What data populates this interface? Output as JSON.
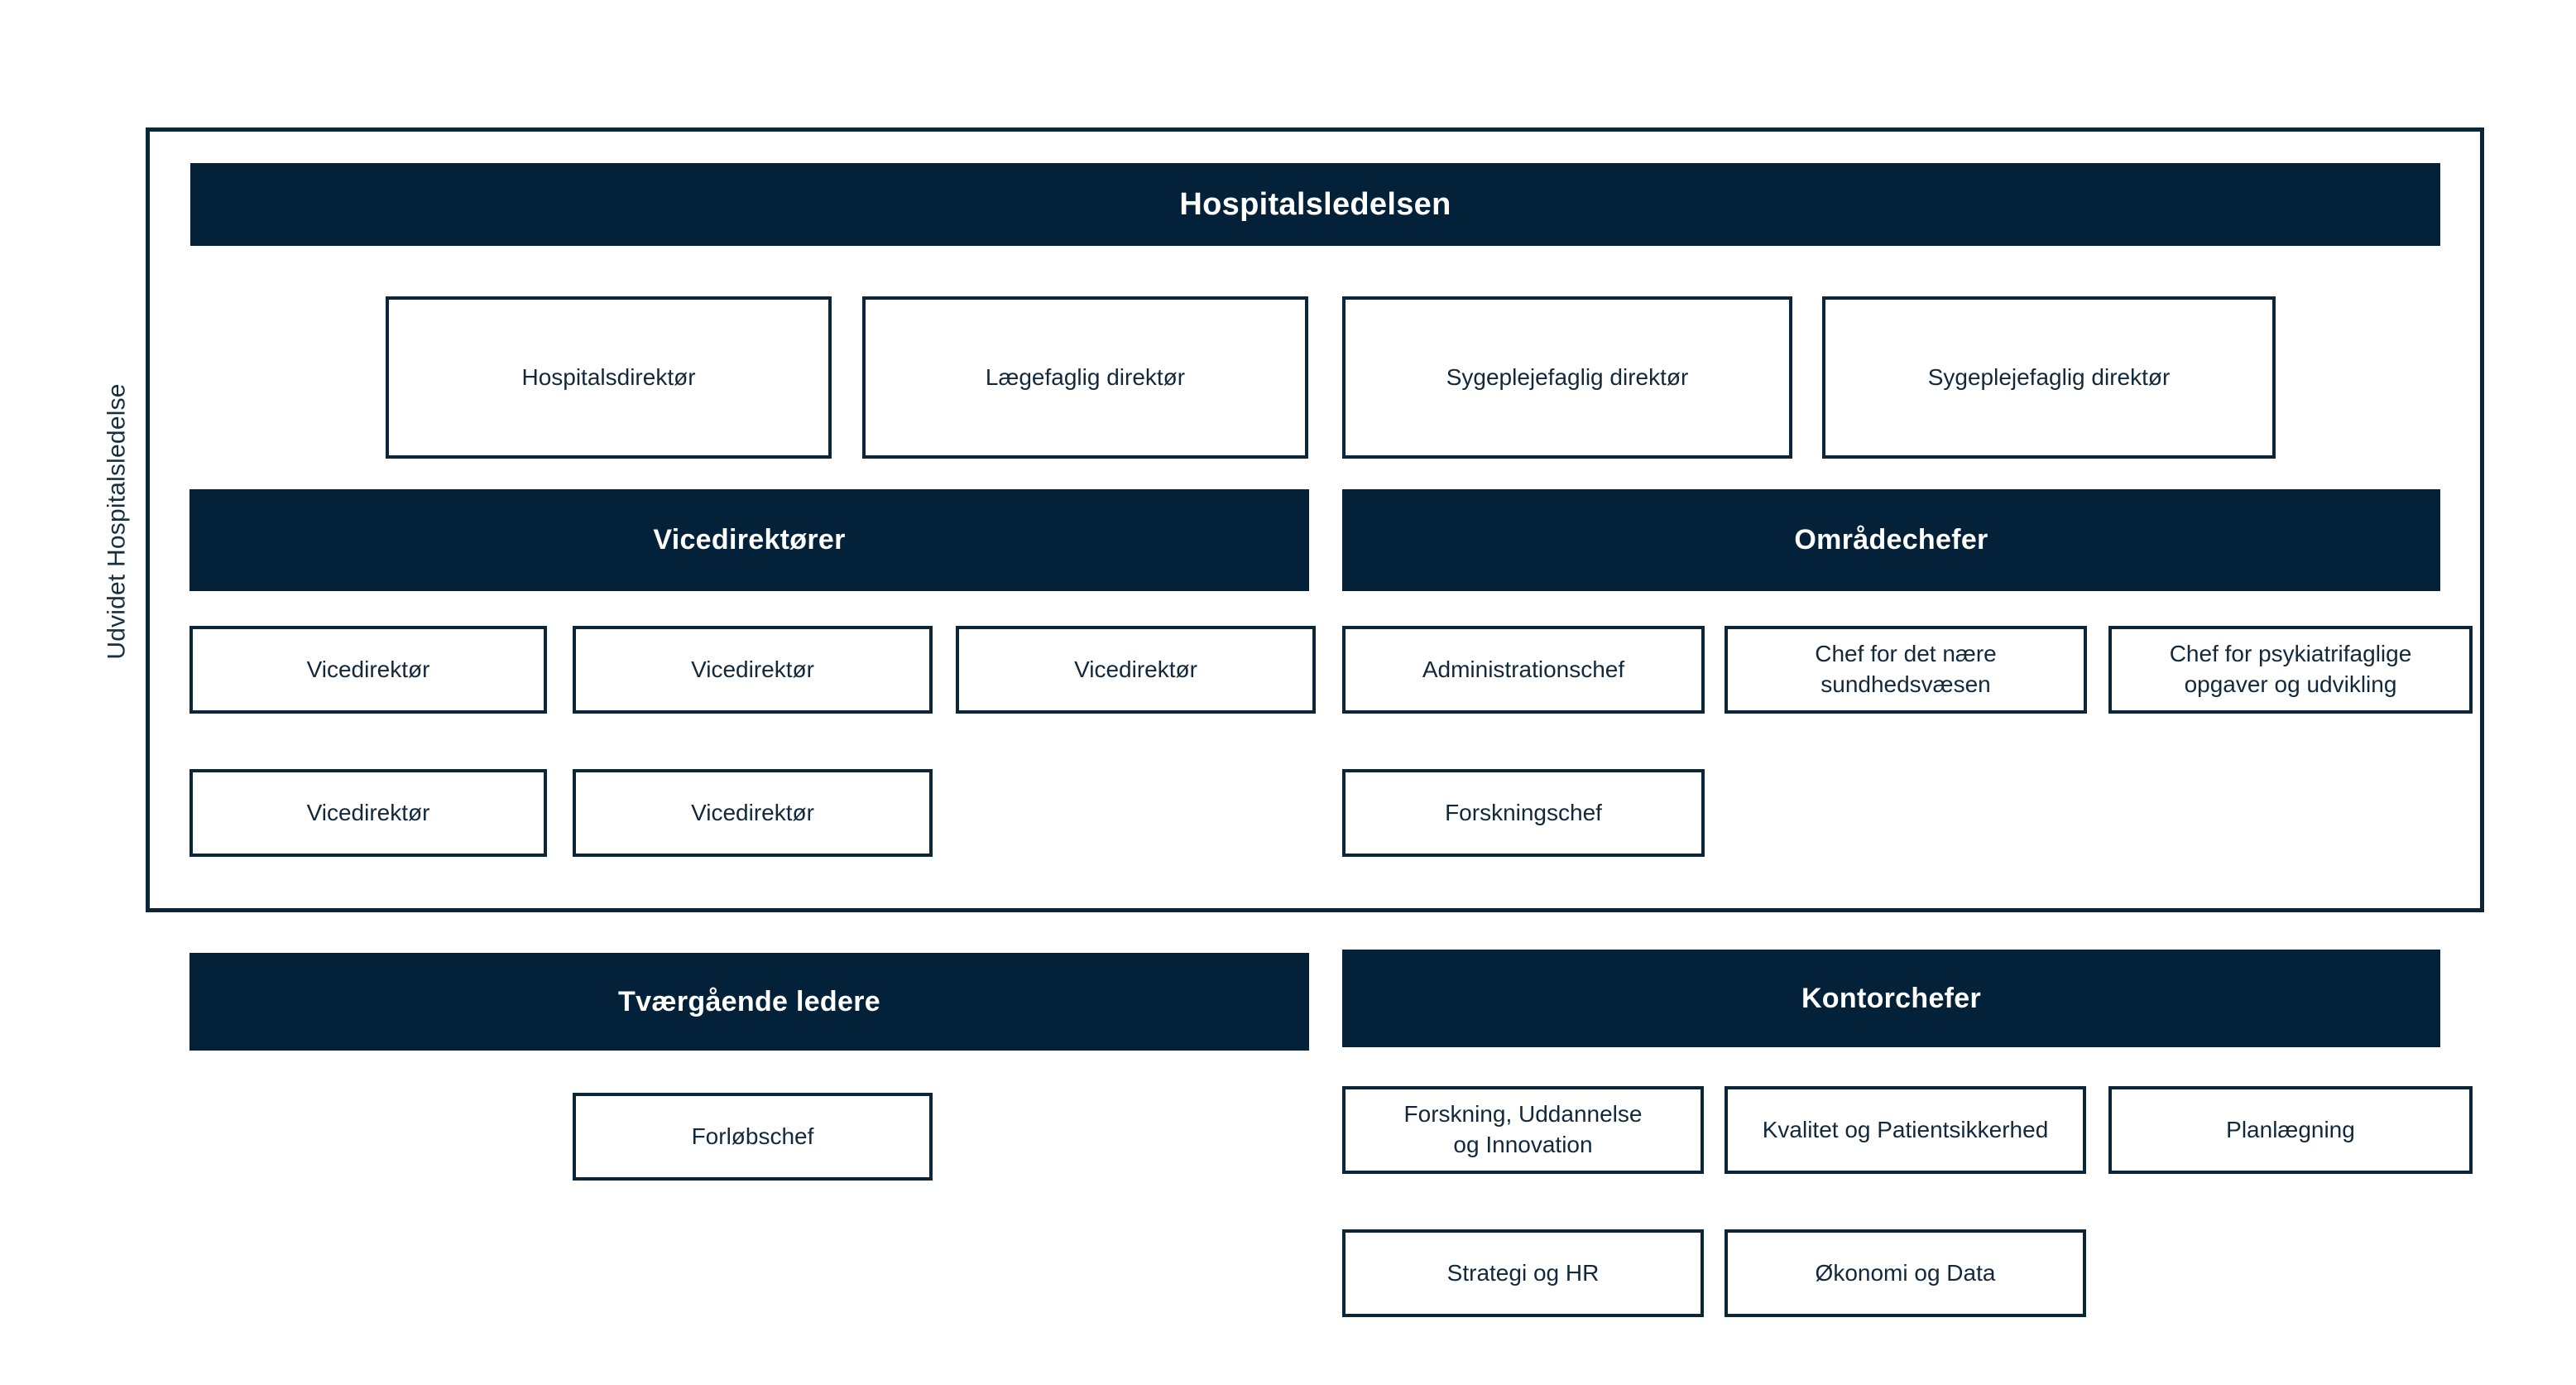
{
  "diagram": {
    "side_label": "Udvidet Hospitalsledelse",
    "top_bar": {
      "label": "Hospitalsledelsen"
    },
    "directors": [
      {
        "label": "Hospitalsdirektør"
      },
      {
        "label": "Lægefaglig direktør"
      },
      {
        "label": "Sygeplejefaglig direktør"
      },
      {
        "label": "Sygeplejefaglig direktør"
      }
    ],
    "vicedirektorer": {
      "header": "Vicedirektører",
      "row1": [
        {
          "label": "Vicedirektør"
        },
        {
          "label": "Vicedirektør"
        },
        {
          "label": "Vicedirektør"
        }
      ],
      "row2": [
        {
          "label": "Vicedirektør"
        },
        {
          "label": "Vicedirektør"
        }
      ]
    },
    "omradechefer": {
      "header": "Områdechefer",
      "row1": [
        {
          "line1": "Administrationschef",
          "line2": ""
        },
        {
          "line1": "Chef for det nære",
          "line2": "sundhedsvæsen"
        },
        {
          "line1": "Chef for psykiatrifaglige",
          "line2": "opgaver og udvikling"
        }
      ],
      "row2": [
        {
          "line1": "Forskningschef",
          "line2": ""
        }
      ]
    },
    "tvaergaaende": {
      "header": "Tværgående ledere",
      "row1": [
        {
          "line1": "Forløbschef",
          "line2": ""
        }
      ]
    },
    "kontorchefer": {
      "header": "Kontorchefer",
      "row1": [
        {
          "line1": "Forskning, Uddannelse",
          "line2": "og Innovation"
        },
        {
          "line1": "Kvalitet og Patientsikkerhed",
          "line2": ""
        },
        {
          "line1": "Planlægning",
          "line2": ""
        }
      ],
      "row2": [
        {
          "line1": "Strategi og HR",
          "line2": ""
        },
        {
          "line1": "Økonomi og Data",
          "line2": ""
        }
      ]
    },
    "colors": {
      "navy": "#03223a",
      "border": "#0b2638",
      "text": "#12293c",
      "background": "#ffffff"
    }
  }
}
